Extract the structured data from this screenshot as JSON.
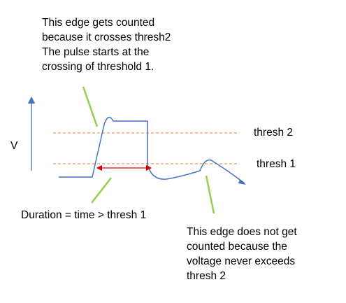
{
  "notes": {
    "top_line1": "This edge gets counted",
    "top_line2": "because it crosses thresh2",
    "top_line3": "The pulse starts at the",
    "top_line4": "crossing of threshold 1.",
    "bottom_line1": "This edge does not get",
    "bottom_line2": "counted because the",
    "bottom_line3": "voltage never exceeds",
    "bottom_line4": "thresh 2"
  },
  "labels": {
    "axis": "V",
    "thresh2": "thresh 2",
    "thresh1": "thresh 1",
    "duration": "Duration = time > thresh 1"
  },
  "colors": {
    "waveform": "#4472c4",
    "threshold": "#ed7d31",
    "duration_arrow": "#e00000",
    "pointer": "#92d050",
    "axis": "#4472c4"
  }
}
